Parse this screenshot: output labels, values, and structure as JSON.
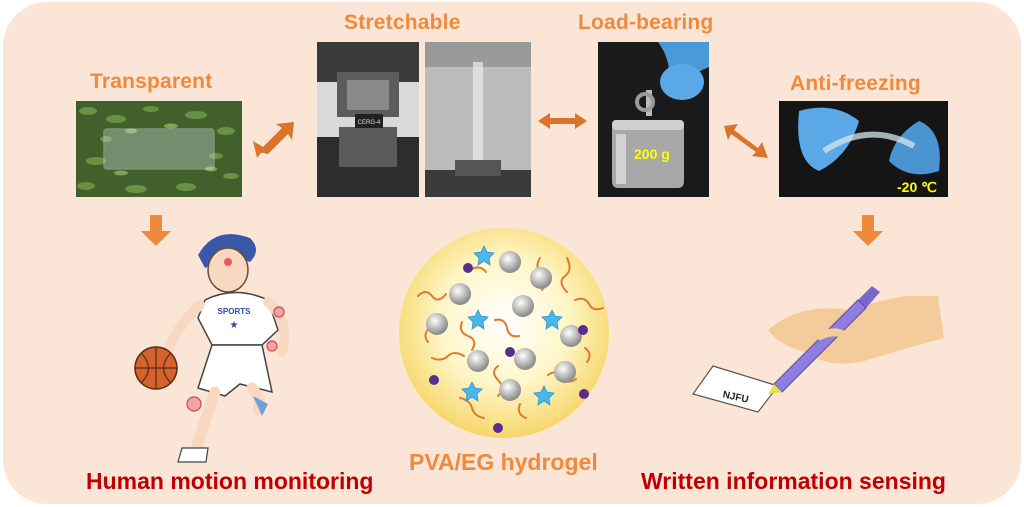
{
  "colors": {
    "panel_bg": "#fbe5d6",
    "property_title": "#ef8a3c",
    "application_title": "#c00000",
    "hydrogel_title": "#ef8a3c",
    "arrow": "#d9742a",
    "label_yellow": "#ffff00"
  },
  "properties": {
    "transparent": "Transparent",
    "stretchable": "Stretchable",
    "load_bearing": "Load-bearing",
    "anti_freezing": "Anti-freezing"
  },
  "photo_labels": {
    "weight": "200 g",
    "temperature": "-20 ℃",
    "clamp_tag": "CERG-4"
  },
  "applications": {
    "human_motion": "Human motion monitoring",
    "written_info": "Written information sensing"
  },
  "hydrogel": {
    "title": "PVA/EG hydrogel"
  },
  "illustration_text": {
    "jersey": "SPORTS",
    "paper": "NJFU"
  },
  "icons": [
    "double-arrow-icon",
    "down-arrow-icon",
    "star-crosslink-icon",
    "polymer-chain-icon"
  ]
}
